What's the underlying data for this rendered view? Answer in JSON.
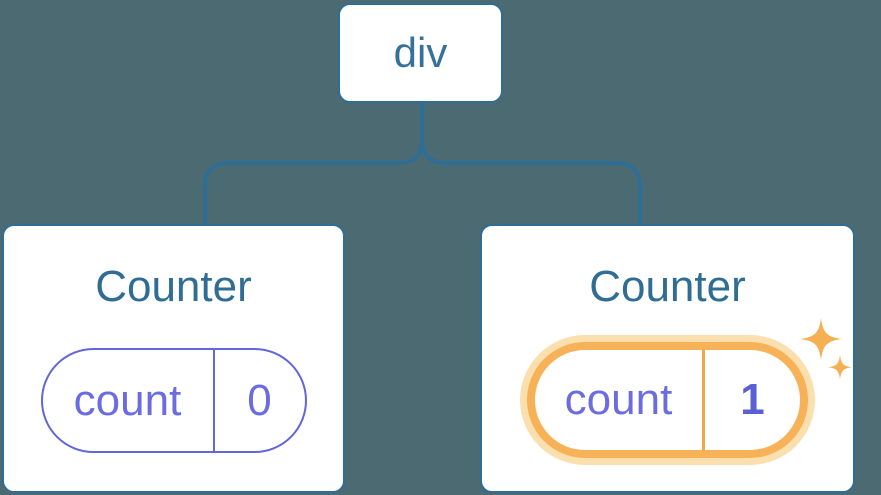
{
  "diagram": {
    "root": {
      "label": "div"
    },
    "children": [
      {
        "title": "Counter",
        "pill": {
          "key": "count",
          "value": "0"
        },
        "highlighted": false
      },
      {
        "title": "Counter",
        "pill": {
          "key": "count",
          "value": "1"
        },
        "highlighted": true,
        "sparkles": "sparkles-icon"
      }
    ]
  },
  "colors": {
    "background": "#4B6A72",
    "line_blue": "#2E6E96",
    "node_text_blue": "#35719B",
    "title_blue": "#2F6D94",
    "pill_purple_border": "#6265DB",
    "pill_purple_text": "#6A6CE0",
    "value_bold_purple": "#5A5FD3",
    "highlight_orange": "#F7B156",
    "highlight_glow": "#FCDFAE",
    "highlight_divider": "#F2A846",
    "sparkle_orange": "#F5B054",
    "card_fill": "#FFFFFF"
  }
}
